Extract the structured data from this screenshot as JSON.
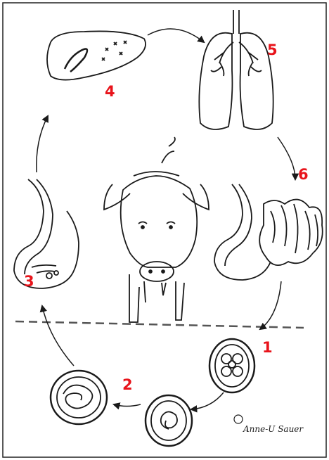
{
  "stages": [
    {
      "number": "1",
      "organ": "egg"
    },
    {
      "number": "2",
      "organ": "embryonated egg"
    },
    {
      "number": "3",
      "organ": "stomach"
    },
    {
      "number": "4",
      "organ": "liver"
    },
    {
      "number": "5",
      "organ": "lungs"
    },
    {
      "number": "6",
      "organ": "intestine"
    }
  ],
  "signature": "Anne-U Sauer",
  "colors": {
    "label": "#e8141b",
    "line": "#1a1a1a",
    "ground": "#555555"
  }
}
